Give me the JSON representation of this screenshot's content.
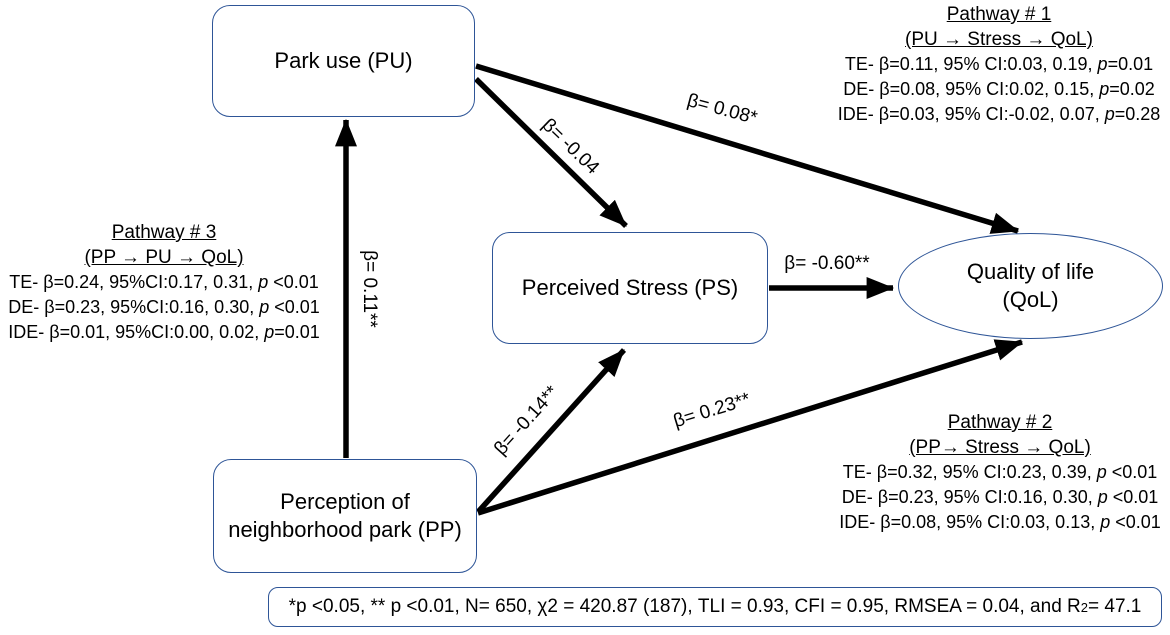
{
  "nodes": {
    "pu": {
      "label": "Park use (PU)"
    },
    "ps": {
      "label": "Perceived Stress (PS)"
    },
    "pp": {
      "line1": "Perception of",
      "line2": "neighborhood park (PP)"
    },
    "qol": {
      "line1": "Quality of life",
      "line2": "(QoL)"
    }
  },
  "edges": {
    "pu_qol": {
      "label": "β= 0.08*"
    },
    "pu_ps": {
      "label": "β= -0.04"
    },
    "ps_qol": {
      "label": "β= -0.60**"
    },
    "pp_pu": {
      "label": "β= 0.11**"
    },
    "pp_ps": {
      "label": "β= -0.14**"
    },
    "pp_qol": {
      "label": "β= 0.23**"
    }
  },
  "pathways": [
    {
      "title": "Pathway # 1",
      "route": "(PU → Stress → QoL)",
      "lines": [
        [
          "TE- β=0.11, 95% CI:0.03, 0.19, ",
          "p",
          "=0.01"
        ],
        [
          "DE- β=0.08, 95% CI:0.02, 0.15, ",
          "p",
          "=0.02"
        ],
        [
          "IDE- β=0.03, 95% CI:-0.02, 0.07, ",
          "p",
          "=0.28"
        ]
      ]
    },
    {
      "title": "Pathway # 2",
      "route": "(PP→ Stress → QoL)",
      "lines": [
        [
          "TE- β=0.32, 95% CI:0.23, 0.39, ",
          "p",
          " <0.01"
        ],
        [
          "DE- β=0.23, 95% CI:0.16, 0.30, ",
          "p",
          " <0.01"
        ],
        [
          "IDE- β=0.08, 95% CI:0.03, 0.13, ",
          "p",
          " <0.01"
        ]
      ]
    },
    {
      "title": "Pathway # 3",
      "route": "(PP → PU → QoL)",
      "lines": [
        [
          "TE- β=0.24, 95%CI:0.17, 0.31, ",
          "p",
          " <0.01"
        ],
        [
          "DE- β=0.23, 95%CI:0.16, 0.30, ",
          "p",
          " <0.01"
        ],
        [
          "IDE- β=0.01, 95%CI:0.00, 0.02, ",
          "p",
          "=0.01"
        ]
      ]
    }
  ],
  "footnote": {
    "pre": "*p <0.05, ** p <0.01, N= 650, χ2 = 420.87 (187), TLI = 0.93, CFI = 0.95, RMSEA = 0.04, and R",
    "sup": "2",
    "post": " = 47.1"
  },
  "colors": {
    "node_border": "#2e5597",
    "arrow": "#000000",
    "text": "#000000"
  }
}
